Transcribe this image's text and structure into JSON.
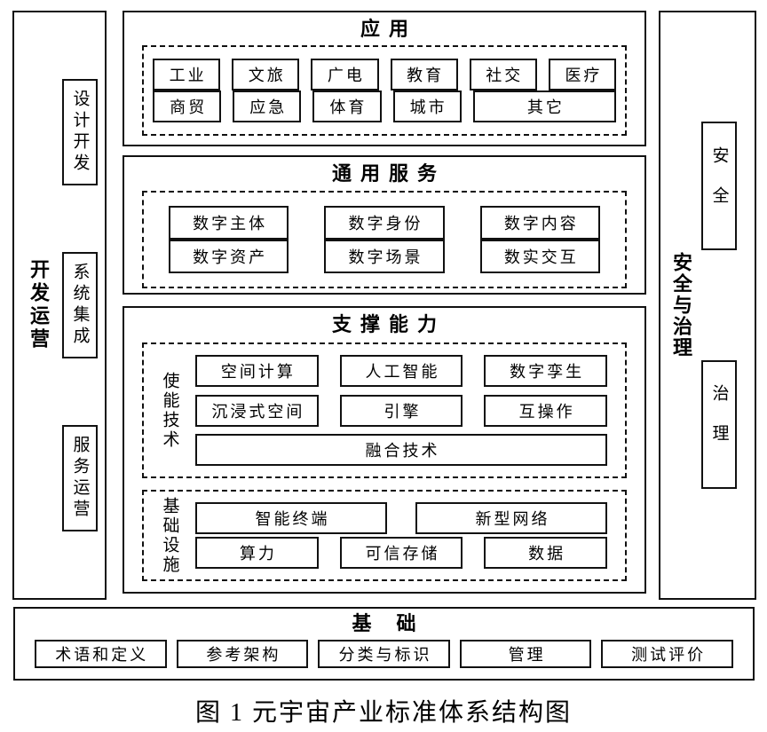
{
  "colors": {
    "background": "#ffffff",
    "border": "#111111",
    "text": "#000000"
  },
  "left_bar": {
    "label": "开发运营",
    "items": [
      "设计开发",
      "系统集成",
      "服务运营"
    ]
  },
  "right_bar": {
    "label": "安全与治理",
    "items": [
      "安全",
      "治理"
    ]
  },
  "sections": {
    "application": {
      "title": "应用",
      "row1": [
        "工业",
        "文旅",
        "广电",
        "教育",
        "社交",
        "医疗"
      ],
      "row2": [
        "商贸",
        "应急",
        "体育",
        "城市",
        "其它"
      ]
    },
    "general_services": {
      "title": "通用服务",
      "row1": [
        "数字主体",
        "数字身份",
        "数字内容"
      ],
      "row2": [
        "数字资产",
        "数字场景",
        "数实交互"
      ]
    },
    "support": {
      "title": "支撑能力",
      "enabling_tech": {
        "label": "使能技术",
        "row1": [
          "空间计算",
          "人工智能",
          "数字孪生"
        ],
        "row2": [
          "沉浸式空间",
          "引擎",
          "互操作"
        ],
        "row3": [
          "融合技术"
        ]
      },
      "infrastructure": {
        "label": "基础设施",
        "row1": [
          "智能终端",
          "新型网络"
        ],
        "row2": [
          "算力",
          "可信存储",
          "数据"
        ]
      }
    },
    "foundation": {
      "title": "基础",
      "items": [
        "术语和定义",
        "参考架构",
        "分类与标识",
        "管理",
        "测试评价"
      ]
    }
  },
  "caption": "图 1 元宇宙产业标准体系结构图"
}
